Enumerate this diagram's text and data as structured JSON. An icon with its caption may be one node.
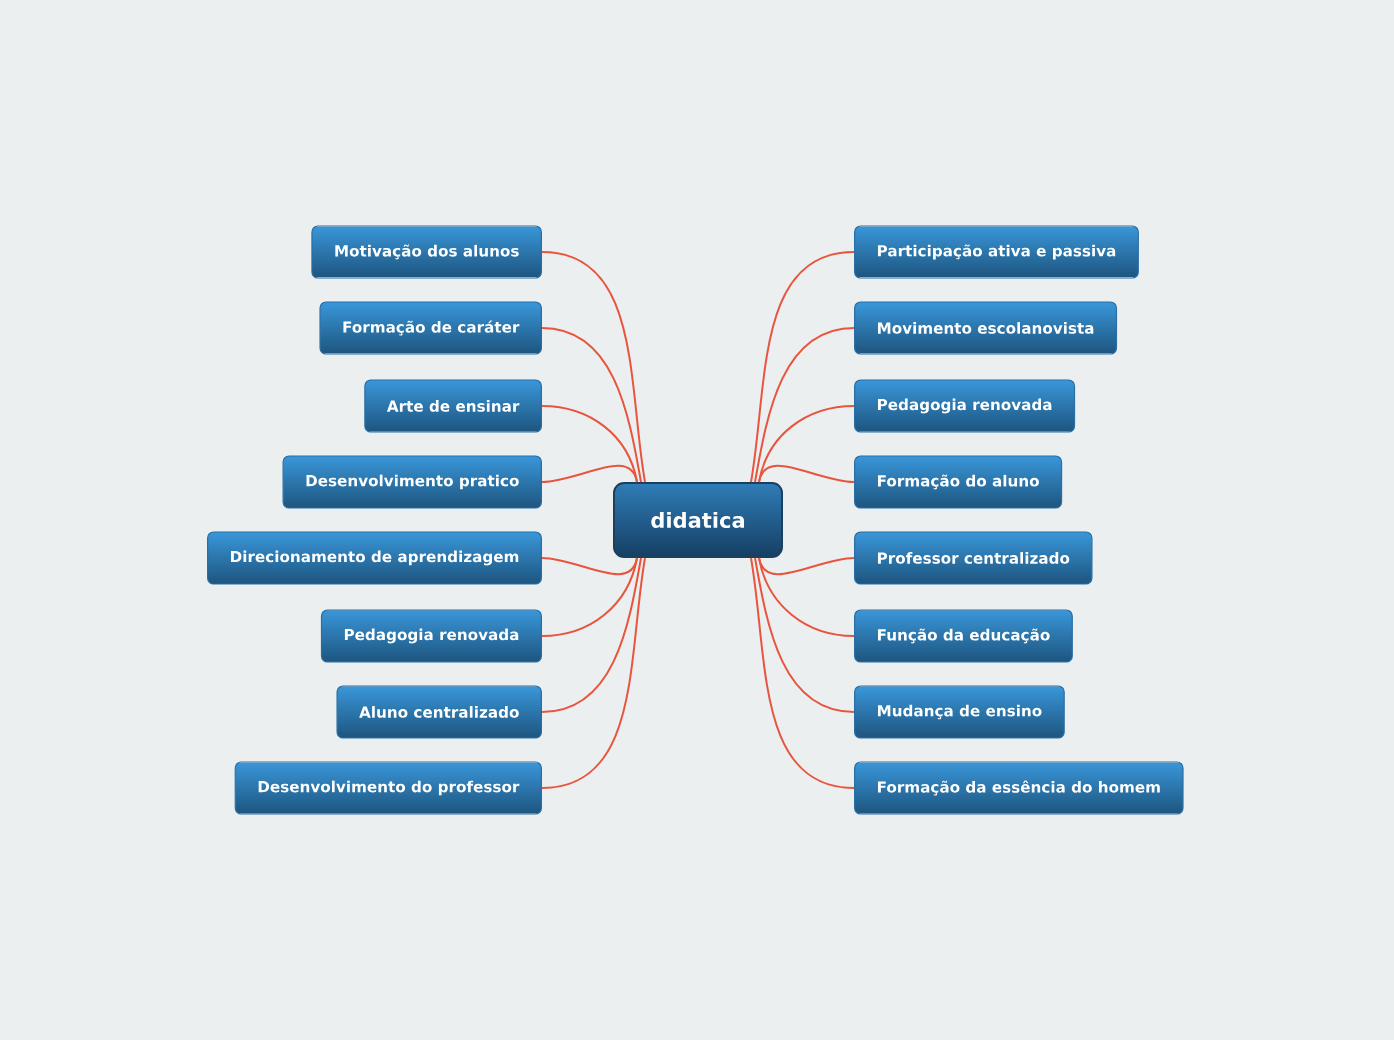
{
  "diagram": {
    "nodes": [
      {
        "text": [
          "didatica"
        ]
      },
      {
        "text": [
          "Motivação dos alunos"
        ]
      },
      {
        "text": [
          "Formação de caráter"
        ]
      },
      {
        "text": [
          "Arte de ensinar"
        ]
      },
      {
        "text": [
          "Desenvolvimento pratico"
        ]
      },
      {
        "text": [
          "Direcionamento de aprendizagem"
        ]
      },
      {
        "text": [
          "Pedagogia renovada"
        ]
      },
      {
        "text": [
          "Aluno centralizado"
        ]
      },
      {
        "text": [
          "Desenvolvimento do professor"
        ]
      },
      {
        "text": [
          "Participação ativa e passiva"
        ]
      },
      {
        "text": [
          "Movimento escolanovista"
        ]
      },
      {
        "text": [
          "Pedagogia renovada"
        ]
      },
      {
        "text": [
          "Formação do aluno"
        ]
      },
      {
        "text": [
          "Professor centralizado"
        ]
      },
      {
        "text": [
          "Função da educação"
        ]
      },
      {
        "text": [
          "Mudança de ensino"
        ]
      },
      {
        "text": [
          "Formação da essência do homem"
        ]
      }
    ],
    "edges": [
      {
        "from": 0,
        "to": 1,
        "arrow": "none"
      },
      {
        "from": 0,
        "to": 2,
        "arrow": "none"
      },
      {
        "from": 0,
        "to": 3,
        "arrow": "none"
      },
      {
        "from": 0,
        "to": 4,
        "arrow": "none"
      },
      {
        "from": 0,
        "to": 5,
        "arrow": "none"
      },
      {
        "from": 0,
        "to": 6,
        "arrow": "none"
      },
      {
        "from": 0,
        "to": 7,
        "arrow": "none"
      },
      {
        "from": 0,
        "to": 8,
        "arrow": "none"
      },
      {
        "from": 0,
        "to": 9,
        "arrow": "none"
      },
      {
        "from": 0,
        "to": 10,
        "arrow": "none"
      },
      {
        "from": 0,
        "to": 11,
        "arrow": "none"
      },
      {
        "from": 0,
        "to": 12,
        "arrow": "none"
      },
      {
        "from": 0,
        "to": 13,
        "arrow": "none"
      },
      {
        "from": 0,
        "to": 14,
        "arrow": "none"
      },
      {
        "from": 0,
        "to": 15,
        "arrow": "none"
      },
      {
        "from": 0,
        "to": 16,
        "arrow": "none"
      }
    ]
  }
}
